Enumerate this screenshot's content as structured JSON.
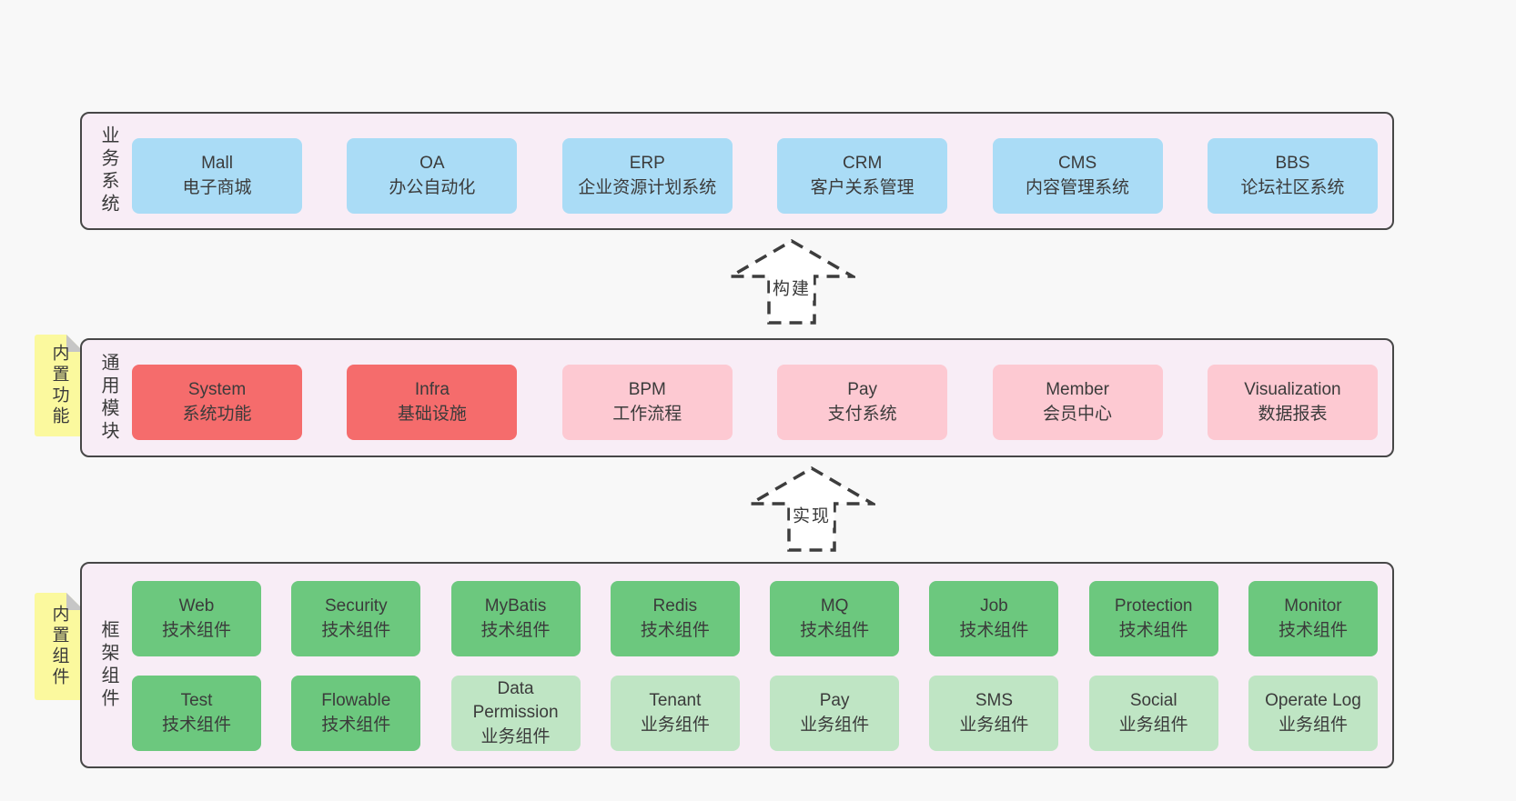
{
  "palette": {
    "page_background": "#f8f8f8",
    "layer_background": "#f8edf6",
    "layer_border": "#474747",
    "blue_box": "#aadcf6",
    "red_box": "#f56c6c",
    "pink_box": "#fdc9d2",
    "green_box": "#6cc87e",
    "light_green_box": "#bfe5c4",
    "yellow_tab": "#fbf99e",
    "fold_gray": "#c6c6c6",
    "text": "#3b3b3b"
  },
  "layers": [
    {
      "name": "业务系统",
      "boxes": [
        {
          "title": "Mall",
          "subtitle": "电子商城"
        },
        {
          "title": "OA",
          "subtitle": "办公自动化"
        },
        {
          "title": "ERP",
          "subtitle": "企业资源计划系统"
        },
        {
          "title": "CRM",
          "subtitle": "客户关系管理"
        },
        {
          "title": "CMS",
          "subtitle": "内容管理系统"
        },
        {
          "title": "BBS",
          "subtitle": "论坛社区系统"
        }
      ]
    },
    {
      "name": "通用模块",
      "tab": "内置功能",
      "boxes": [
        {
          "title": "System",
          "subtitle": "系统功能"
        },
        {
          "title": "Infra",
          "subtitle": "基础设施"
        },
        {
          "title": "BPM",
          "subtitle": "工作流程"
        },
        {
          "title": "Pay",
          "subtitle": "支付系统"
        },
        {
          "title": "Member",
          "subtitle": "会员中心"
        },
        {
          "title": "Visualization",
          "subtitle": "数据报表"
        }
      ]
    },
    {
      "name": "框架组件",
      "tab": "内置组件",
      "rows": [
        [
          {
            "title": "Web",
            "subtitle": "技术组件"
          },
          {
            "title": "Security",
            "subtitle": "技术组件"
          },
          {
            "title": "MyBatis",
            "subtitle": "技术组件"
          },
          {
            "title": "Redis",
            "subtitle": "技术组件"
          },
          {
            "title": "MQ",
            "subtitle": "技术组件"
          },
          {
            "title": "Job",
            "subtitle": "技术组件"
          },
          {
            "title": "Protection",
            "subtitle": "技术组件"
          },
          {
            "title": "Monitor",
            "subtitle": "技术组件"
          }
        ],
        [
          {
            "title": "Test",
            "subtitle": "技术组件"
          },
          {
            "title": "Flowable",
            "subtitle": "技术组件"
          },
          {
            "title": "Data Permission",
            "subtitle": "业务组件"
          },
          {
            "title": "Tenant",
            "subtitle": "业务组件"
          },
          {
            "title": "Pay",
            "subtitle": "业务组件"
          },
          {
            "title": "SMS",
            "subtitle": "业务组件"
          },
          {
            "title": "Social",
            "subtitle": "业务组件"
          },
          {
            "title": "Operate Log",
            "subtitle": "业务组件"
          }
        ]
      ]
    }
  ],
  "arrows": [
    {
      "label": "构建"
    },
    {
      "label": "实现"
    }
  ]
}
